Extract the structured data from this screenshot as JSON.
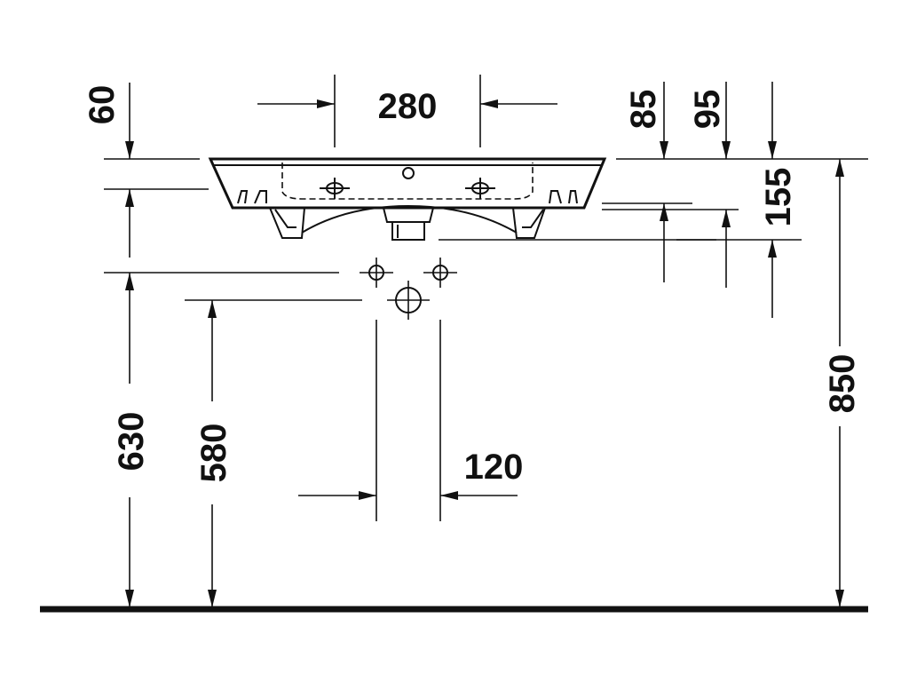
{
  "dimensions": {
    "top_offset": "60",
    "faucet_spacing": "280",
    "rim_85": "85",
    "rim_95": "95",
    "bowl_depth": "155",
    "supply_height": "630",
    "waste_height": "580",
    "supply_spacing": "120",
    "rim_height": "850"
  },
  "colors": {
    "line": "#111111",
    "background": "#ffffff"
  }
}
